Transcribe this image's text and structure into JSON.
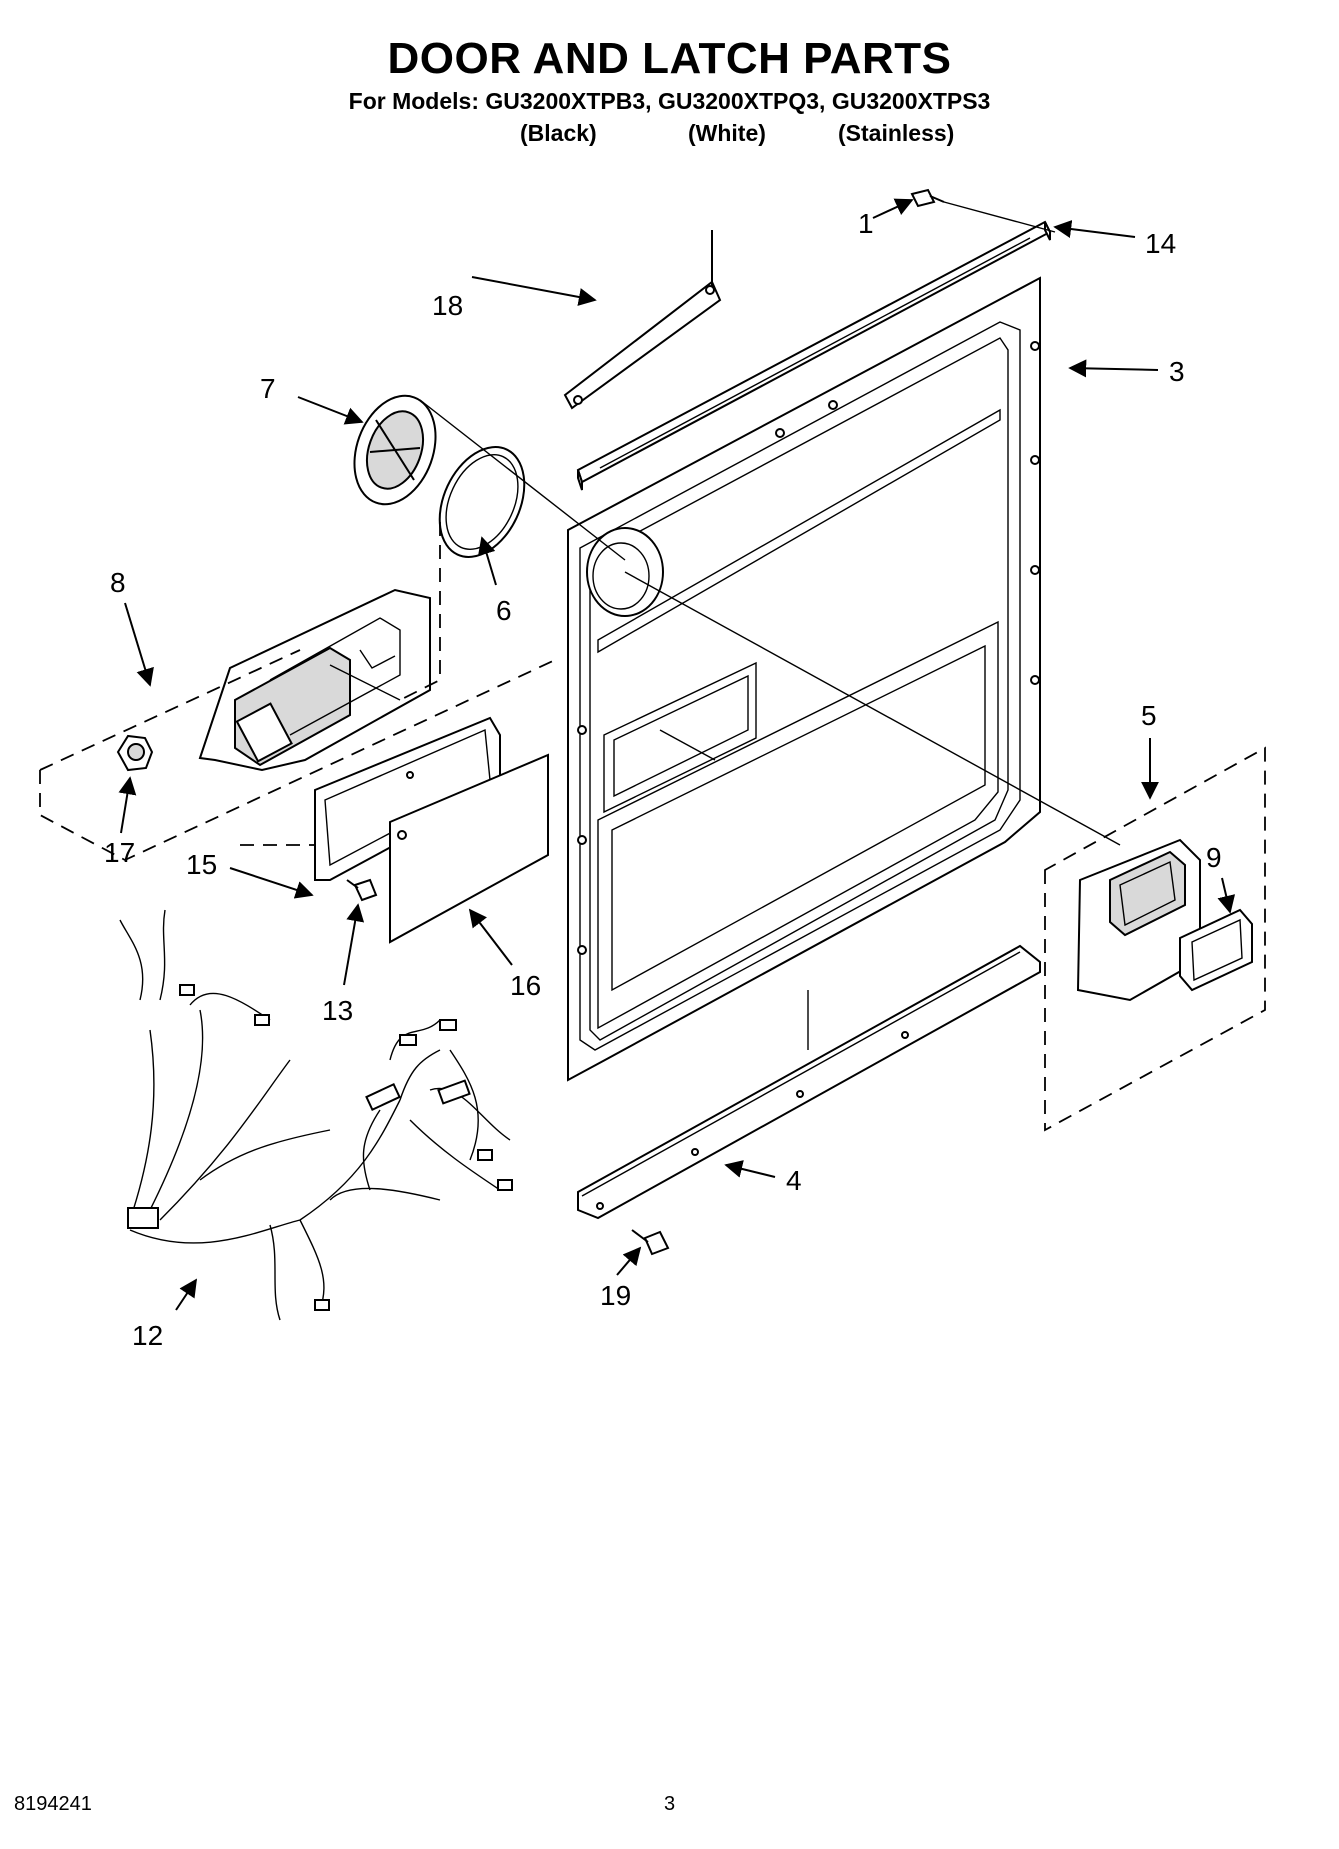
{
  "header": {
    "title": "DOOR AND LATCH PARTS",
    "models_line": "For Models: GU3200XTPB3, GU3200XTPQ3, GU3200XTPS3",
    "variants": [
      "(Black)",
      "(White)",
      "(Stainless)"
    ]
  },
  "callouts": [
    "1",
    "14",
    "18",
    "3",
    "7",
    "6",
    "8",
    "5",
    "17",
    "15",
    "9",
    "13",
    "16",
    "12",
    "4",
    "19"
  ],
  "footer": {
    "doc_number": "8194241",
    "page_number": "3"
  }
}
